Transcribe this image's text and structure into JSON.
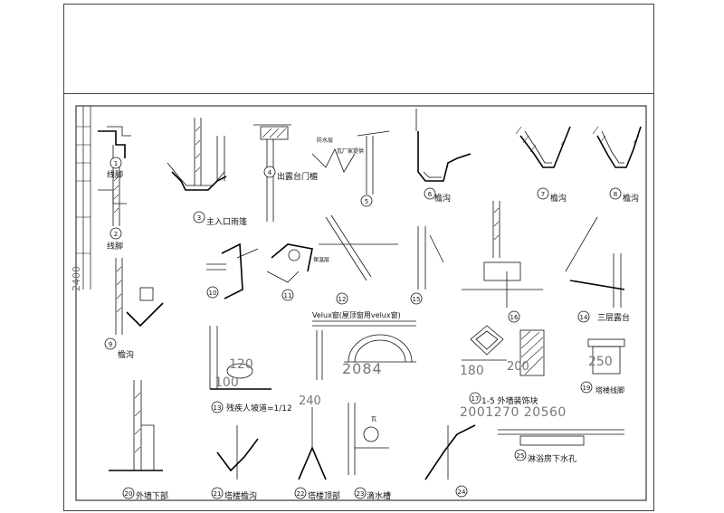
{
  "details": [
    {
      "n": "1",
      "label": "线脚"
    },
    {
      "n": "2",
      "label": "线脚"
    },
    {
      "n": "3",
      "label": "主入口雨篷"
    },
    {
      "n": "4",
      "label": "出露台门楣"
    },
    {
      "n": "5",
      "label": ""
    },
    {
      "n": "6",
      "label": "檐沟"
    },
    {
      "n": "7",
      "label": "檐沟"
    },
    {
      "n": "8",
      "label": "檐沟"
    },
    {
      "n": "9",
      "label": "檐沟"
    },
    {
      "n": "10",
      "label": ""
    },
    {
      "n": "11",
      "label": ""
    },
    {
      "n": "12",
      "label": ""
    },
    {
      "n": "13",
      "label": "残疾人坡道=1/12"
    },
    {
      "n": "14",
      "label": "三层露台"
    },
    {
      "n": "15",
      "label": ""
    },
    {
      "n": "16",
      "label": ""
    },
    {
      "n": "17",
      "label": "1-5 外墙装饰块"
    },
    {
      "n": "19",
      "label": "塔楼线脚"
    },
    {
      "n": "20",
      "label": "外墙下部"
    },
    {
      "n": "21",
      "label": "塔楼檐沟"
    },
    {
      "n": "22",
      "label": "塔楼顶部"
    },
    {
      "n": "23",
      "label": "滴水槽"
    },
    {
      "n": "24",
      "label": ""
    },
    {
      "n": "25",
      "label": "淋浴房下水孔"
    }
  ],
  "window_title": "Velux窗(屋顶窗用velux窗)",
  "dimensions": {
    "d2084": "2084",
    "d2400": "2400",
    "d180": "180",
    "d120": "120",
    "d100": "100",
    "d250": "250",
    "d240": "240",
    "d200": "200",
    "run": "2001270 20560"
  },
  "callouts": {
    "waterproof": "防水层",
    "tile": "瓦",
    "factory": "瓦厂家提供",
    "insulation": "保温层"
  }
}
